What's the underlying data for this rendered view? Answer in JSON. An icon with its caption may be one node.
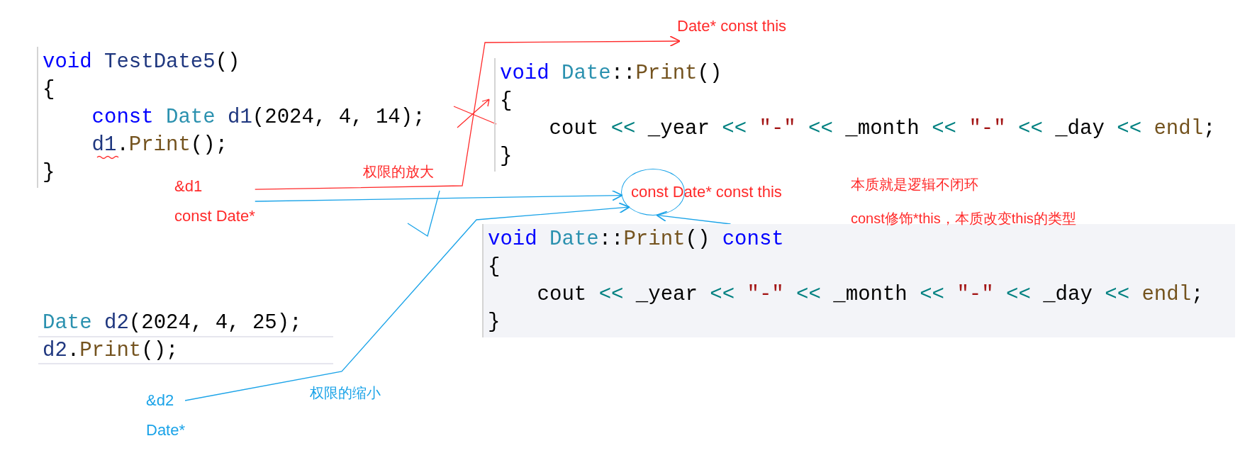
{
  "diagram": {
    "nodes": [
      {
        "text": [
          "void TestDate5()",
          "{",
          "const Date d1(2024, 4, 14);",
          "d1.Print();",
          "}"
        ]
      },
      {
        "text": [
          "void Date::Print()",
          "{",
          "cout << _year << \"-\" << _month << \"-\" << _day << endl;",
          "}"
        ]
      },
      {
        "text": [
          "void Date::Print() const",
          "{",
          "cout << _year << \"-\" << _month << \"-\" << _day << endl;",
          "}"
        ]
      },
      {
        "text": [
          "Date d2(2024, 4, 25);",
          "d2.Print();"
        ]
      },
      {
        "text": [
          "&d1",
          "const Date*"
        ]
      },
      {
        "text": [
          "Date* const this"
        ]
      },
      {
        "text": [
          "const Date* const this"
        ]
      },
      {
        "text": [
          "&d2",
          "Date*"
        ]
      },
      {
        "text": [],
        "shape": "circle"
      }
    ],
    "edges": [
      {
        "from": 4,
        "to": 5,
        "arrow": "to",
        "color": "#ff2a2a"
      },
      {
        "from": 4,
        "to": 8,
        "arrow": "to"
      },
      {
        "from": 7,
        "to": 8,
        "arrow": "to"
      },
      {
        "from": 2,
        "to": 8,
        "arrow": "to"
      }
    ],
    "labels": [
      "权限的放大",
      "本质就是逻辑不闭环",
      "const修饰*this，本质改变this的类型",
      "权限的缩小"
    ]
  }
}
